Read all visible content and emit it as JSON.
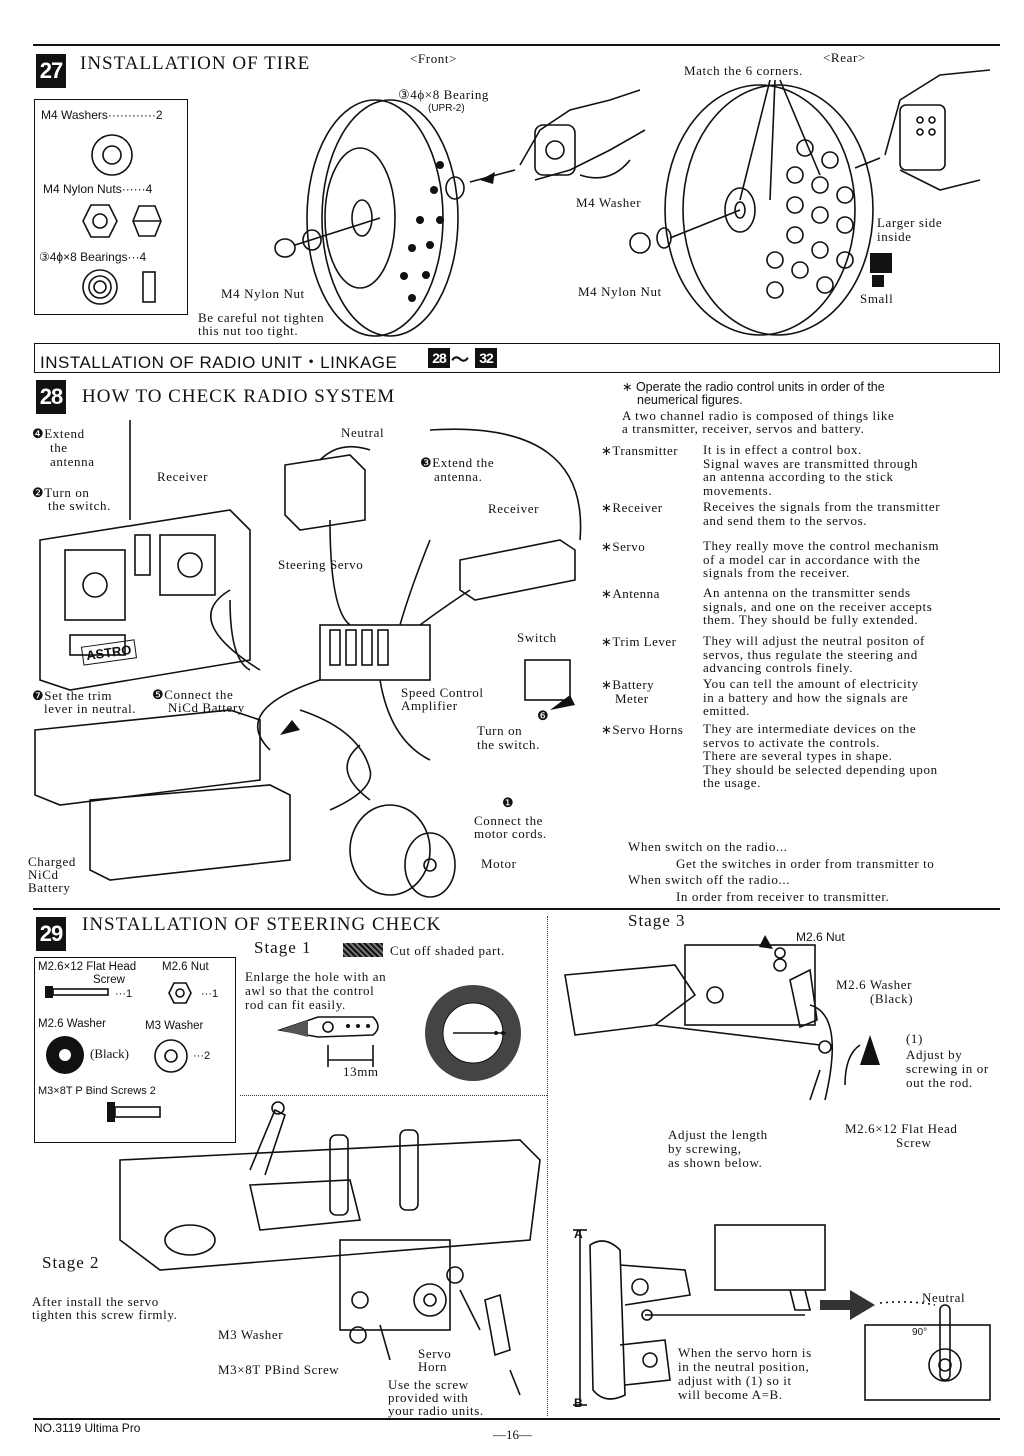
{
  "sec27": {
    "num": "27",
    "title": "INSTALLATION OF TIRE",
    "front": "<Front>",
    "rear": "<Rear>",
    "parts": {
      "washers": "M4 Washers············2",
      "nuts": "M4 Nylon Nuts······4",
      "bearings": "③4ϕ×8 Bearings···4"
    },
    "bearing_label": "③4ϕ×8 Bearing",
    "bearing_code": "(UPR-2)",
    "nylon_nut_front": "M4 Nylon Nut",
    "careful_1": "Be careful not tighten",
    "careful_2": "this nut too tight.",
    "match": "Match the 6 corners.",
    "washer": "M4 Washer",
    "nylon_nut_rear": "M4 Nylon Nut",
    "larger_1": "Larger side",
    "larger_2": "inside",
    "small": "Small"
  },
  "banner": {
    "text": "INSTALLATION OF RADIO UNIT・LINKAGE",
    "from": "28",
    "dash": "～",
    "to": "32"
  },
  "sec28": {
    "num": "28",
    "title": "HOW TO CHECK RADIO SYSTEM",
    "labels": {
      "extend_ant_1": "❹Extend",
      "extend_ant_2": "the",
      "extend_ant_3": "antenna",
      "receiver_left": "Receiver",
      "turn_on_1": "❷Turn on",
      "turn_on_2": "the switch.",
      "neutral": "Neutral",
      "extend_3_1": "❸Extend the",
      "extend_3_2": "antenna.",
      "receiver": "Receiver",
      "steering_servo": "Steering Servo",
      "switch": "Switch",
      "num6": "❻",
      "set_trim_1": "❼Set the trim",
      "set_trim_2": "lever in neutral.",
      "connect_nicd_1": "❺Connect the",
      "connect_nicd_2": "NiCd Battery",
      "speed_1": "Speed Control",
      "speed_2": "Amplifier",
      "turn_switch_1": "Turn on",
      "turn_switch_2": "the switch.",
      "num1": "❶",
      "connect_motor_1": "Connect the",
      "connect_motor_2": "motor cords.",
      "motor": "Motor",
      "charged_1": "Charged",
      "charged_2": "NiCd",
      "charged_3": "Battery",
      "astro": "ASTRO"
    },
    "intro_1": "Operate the radio control units in order of the",
    "intro_2": "neumerical figures.",
    "intro_3": "A two channel radio is composed of things like",
    "intro_4": "a transmitter, receiver, servos and battery.",
    "glossary": [
      {
        "term": "∗Transmitter",
        "lines": [
          "It is in effect a control box.",
          "Signal waves are transmitted through",
          "an antenna according to the stick",
          "movements."
        ]
      },
      {
        "term": "∗Receiver",
        "lines": [
          "Receives the signals from the transmitter",
          "and send them to the servos."
        ]
      },
      {
        "term": "∗Servo",
        "lines": [
          "They really move the control mechanism",
          "of a model car in accordance with the",
          "signals from the receiver."
        ]
      },
      {
        "term": "∗Antenna",
        "lines": [
          "An antenna on the transmitter sends",
          "signals, and one on the receiver accepts",
          "them. They should be fully extended."
        ]
      },
      {
        "term": "∗Trim Lever",
        "lines": [
          "They will adjust the neutral positon of",
          "servos, thus regulate the steering and",
          "advancing controls finely."
        ]
      },
      {
        "term": "∗Battery",
        "term2": "Meter",
        "lines": [
          "You can tell the amount of electricity",
          "in a battery and how the signals are",
          "emitted."
        ]
      },
      {
        "term": "∗Servo Horns",
        "lines": [
          "They are intermediate devices on the",
          "servos to activate the controls.",
          "There are several types in shape.",
          "They should be selected depending upon",
          "the usage."
        ]
      }
    ],
    "when_on": "When switch on the radio...",
    "on_order": "Get the switches in order from transmitter to",
    "when_off": "When switch off the radio...",
    "off_order": "In order from receiver to transmitter."
  },
  "sec29": {
    "num": "29",
    "title": "INSTALLATION OF STEERING CHECK",
    "stage1": "Stage 1",
    "cutoff": "Cut off shaded part.",
    "parts": {
      "flat_head": "M2.6×12 Flat Head",
      "screw": "Screw",
      "screw_qty": "···1",
      "m26nut": "M2.6 Nut",
      "m26nut_qty": "···1",
      "m26washer": "M2.6 Washer",
      "black": "(Black)",
      "m3washer": "M3 Washer",
      "m3washer_qty": "···2",
      "bind": "M3×8T P Bind Screws 2"
    },
    "enlarge_1": "Enlarge the hole with an",
    "enlarge_2": "awl so that the control",
    "enlarge_3": "rod can fit easily.",
    "mm13": "13mm",
    "stage2": "Stage 2",
    "after_1": "After install the servo",
    "after_2": "tighten this screw firmly.",
    "m3washer_lbl": "M3 Washer",
    "bind_lbl": "M3×8T PBind Screw",
    "servo_horn_1": "Servo",
    "servo_horn_2": "Horn",
    "use_screw_1": "Use the screw",
    "use_screw_2": "provided with",
    "use_screw_3": "your radio units.",
    "stage3": "Stage 3",
    "m26nut_lbl": "M2.6 Nut",
    "m26washer_lbl_1": "M2.6 Washer",
    "m26washer_lbl_2": "(Black)",
    "adjust_1": "(1)",
    "adjust_2": "Adjust by",
    "adjust_3": "screwing in or",
    "adjust_4": "out the rod.",
    "flat_lbl_1": "M2.6×12 Flat Head",
    "flat_lbl_2": "Screw",
    "length_1": "Adjust the length",
    "length_2": "by screwing,",
    "length_3": "as shown below.",
    "a": "A",
    "b": "B",
    "neutral": "Neutral",
    "deg90": "90°",
    "when_1": "When the servo horn is",
    "when_2": "in the neutral position,",
    "when_3": "adjust with (1) so it",
    "when_4": "will become A=B."
  },
  "footer": {
    "model": "NO.3119 Ultima Pro",
    "page": "—16—"
  }
}
